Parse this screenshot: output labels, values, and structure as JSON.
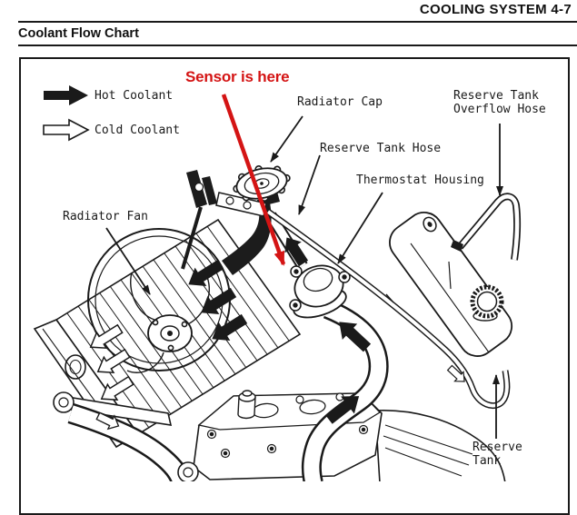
{
  "page": {
    "header": "COOLING SYSTEM 4-7",
    "section_title": "Coolant Flow Chart"
  },
  "legend": {
    "hot_label": "Hot Coolant",
    "cold_label": "Cold Coolant"
  },
  "annotation": {
    "text": "Sensor is here",
    "color": "#d41414"
  },
  "labels": {
    "radiator_cap": "Radiator Cap",
    "reserve_tank_overflow_hose": "Reserve Tank\nOverflow Hose",
    "reserve_tank_hose": "Reserve Tank Hose",
    "thermostat_housing": "Thermostat Housing",
    "radiator_fan": "Radiator Fan",
    "reserve_tank": "Reserve\nTank"
  },
  "colors": {
    "ink": "#1a1a1a",
    "annotation_red": "#d41414",
    "background": "#ffffff"
  }
}
